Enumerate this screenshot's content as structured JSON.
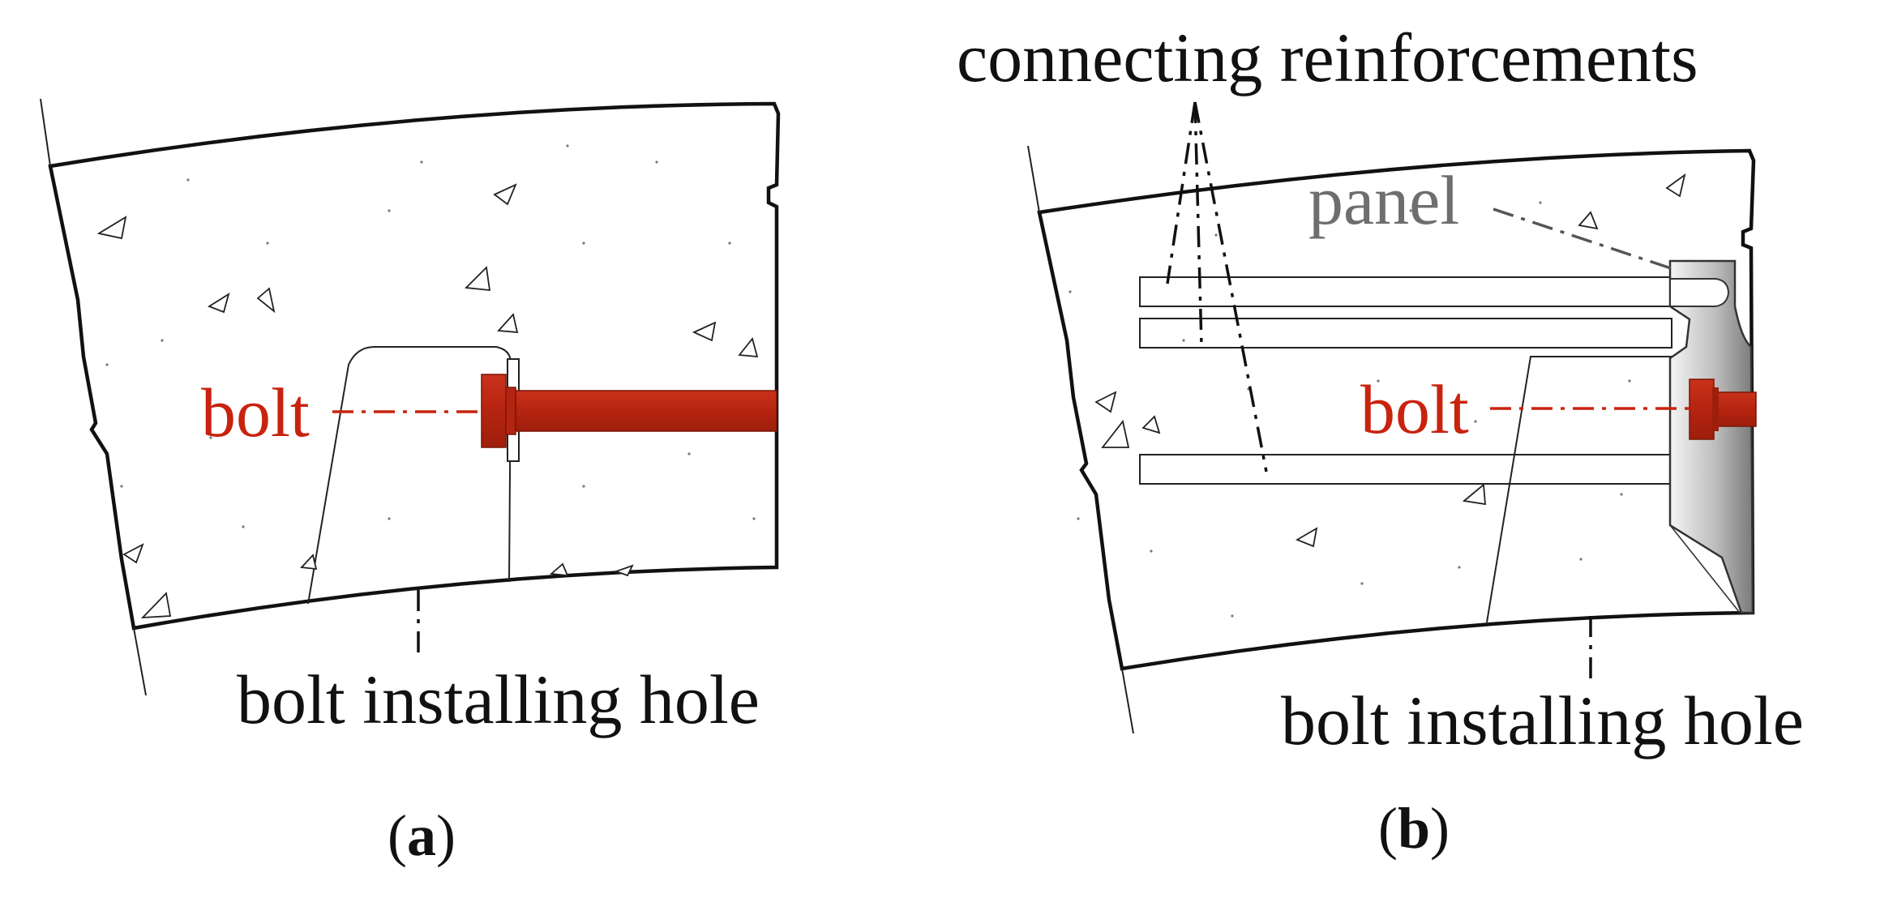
{
  "figure": {
    "panel_a": {
      "bolt_label": "bolt",
      "hole_label": "bolt installing hole",
      "caption_open": "(",
      "caption_letter": "a",
      "caption_close": ")"
    },
    "panel_b": {
      "reinforcement_label": "connecting reinforcements",
      "panel_label": "panel",
      "bolt_label": "bolt",
      "hole_label": "bolt installing hole",
      "caption_open": "(",
      "caption_letter": "b",
      "caption_close": ")"
    }
  },
  "colors": {
    "bolt": "#b52410",
    "bolt_label": "#c8230f",
    "panel_label": "#6e6e6e",
    "outline": "#111111"
  }
}
